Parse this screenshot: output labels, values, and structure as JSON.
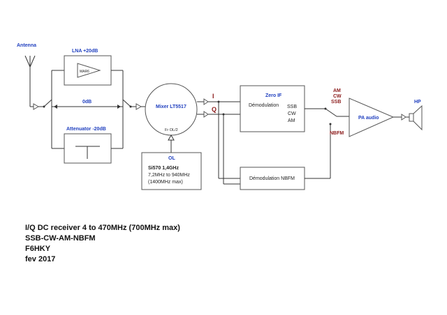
{
  "labels": {
    "antenna": "Antenna",
    "lna": "LNA +20dB",
    "mar": "MAR6",
    "zero_db": "0dB",
    "attenuator": "Attenuator -20dB",
    "mixer": "Mixer LT5517",
    "fr_ol": "Fr OL/2",
    "i": "I",
    "q": "Q",
    "ol_title": "OL",
    "ol_line1": "Si570 1,4GHz",
    "ol_line2": "7,2MHz to 940MHz",
    "ol_line3": "(1400MHz max)",
    "zero_if": "Zero IF",
    "demod": "Démodulation",
    "ssb": "SSB",
    "cw": "CW",
    "am": "AM",
    "demod_nbfm": "Démodulation NBFM",
    "mode_am": "AM",
    "mode_cw": "CW",
    "mode_ssb": "SSB",
    "mode_nbfm": "NBFM",
    "pa": "PA audio",
    "hp": "HP"
  },
  "notes": {
    "line1": "I/Q DC receiver 4 to 470MHz (700MHz max)",
    "line2": "SSB-CW-AM-NBFM",
    "line3": "F6HKY",
    "line4": "fev 2017"
  }
}
